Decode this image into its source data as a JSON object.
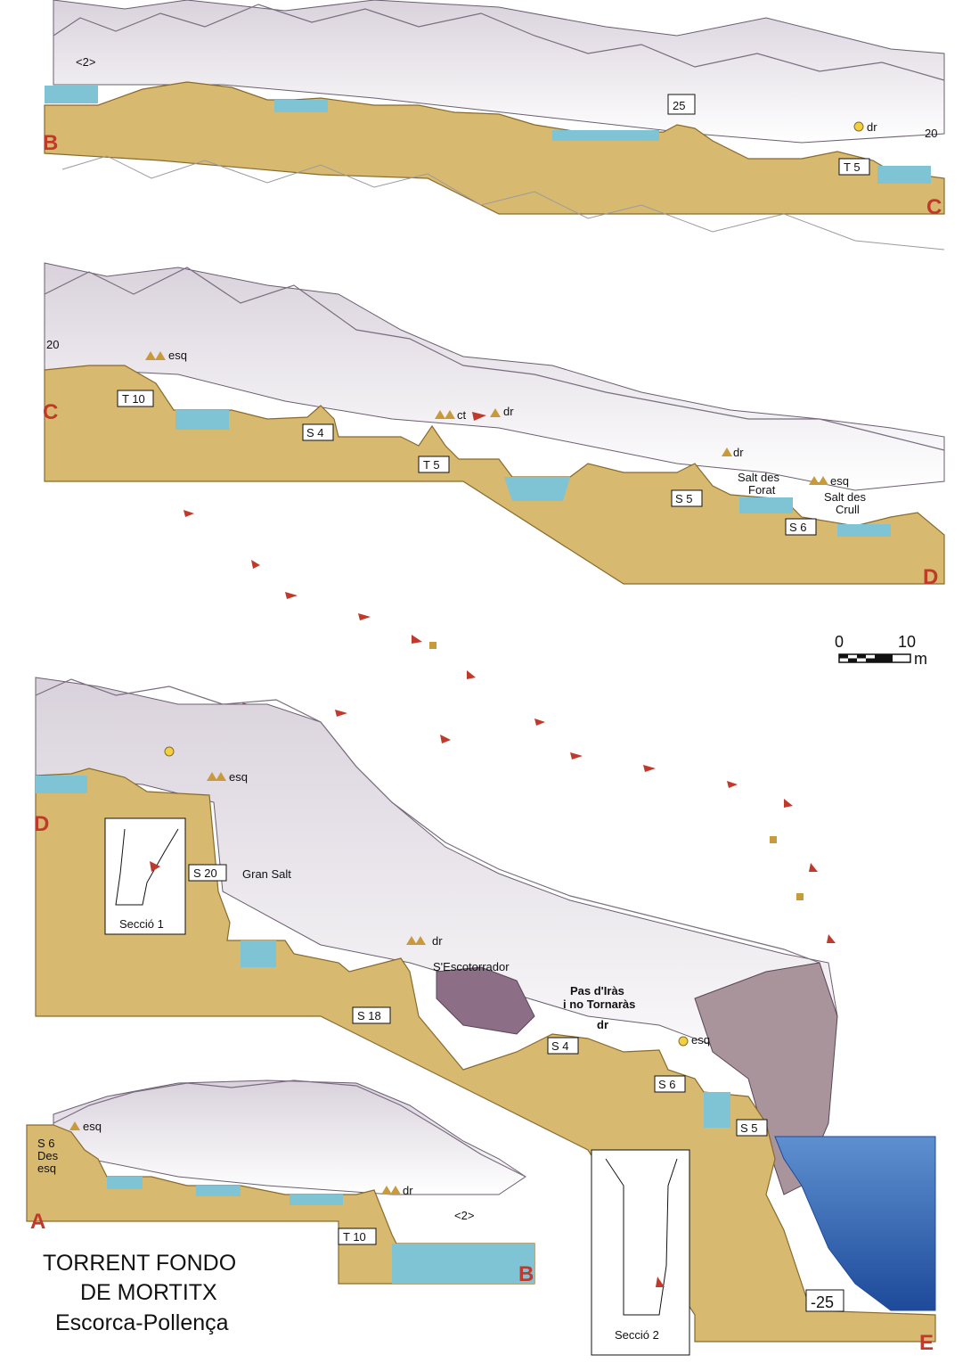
{
  "title": {
    "line1": "TORRENT FONDO",
    "line2": "DE MORTITX",
    "line3": "Escorca-Pollença"
  },
  "scale": {
    "zero": "0",
    "ten": "10",
    "unit": "m"
  },
  "colors": {
    "rock": "#d8b970",
    "rock_edge": "#8a6a2c",
    "water": "#7ec4d4",
    "sea": "#2a64b4",
    "wall": "#bcb2c0",
    "marker_red": "#c0392b",
    "marker_gold": "#c89a3c",
    "marker_sun": "#f0d040"
  },
  "panel1": {
    "page_ref": "<2>",
    "left_letter": "B",
    "right_letter": "C",
    "drop_label": "25",
    "dr_label": "dr",
    "t_label": "T 5",
    "right_dim": "20"
  },
  "panel2": {
    "left_dim": "20",
    "left_letter": "C",
    "right_letter": "D",
    "t10": "T 10",
    "s4": "S 4",
    "t5": "T 5",
    "s5": "S 5",
    "s6": "S 6",
    "esq1": "esq",
    "ct": "ct",
    "dr1": "dr",
    "dr2": "dr",
    "esq2": "esq",
    "salt_forat_1": "Salt des",
    "salt_forat_2": "Forat",
    "salt_crull_1": "Salt des",
    "salt_crull_2": "Crull"
  },
  "panel3": {
    "left_letter": "D",
    "bottom_letter": "E",
    "esq1": "esq",
    "s20": "S 20",
    "gran_salt": "Gran Salt",
    "seccio1": "Secció 1",
    "dr1": "dr",
    "escotorrador": "S'Escotorrador",
    "s18": "S 18",
    "pas_1": "Pas d'Iràs",
    "pas_2": "i no Tornaràs",
    "pas_3": "dr",
    "s4": "S 4",
    "esq2": "esq",
    "s6": "S 6",
    "s5": "S 5",
    "depth": "-25",
    "seccio2": "Secció 2"
  },
  "panel4": {
    "left_letter": "A",
    "right_letter": "B",
    "s6_1": "S 6",
    "s6_2": "Des",
    "s6_3": "esq",
    "esq": "esq",
    "dr": "dr",
    "t10": "T 10",
    "page_ref": "<2>"
  }
}
